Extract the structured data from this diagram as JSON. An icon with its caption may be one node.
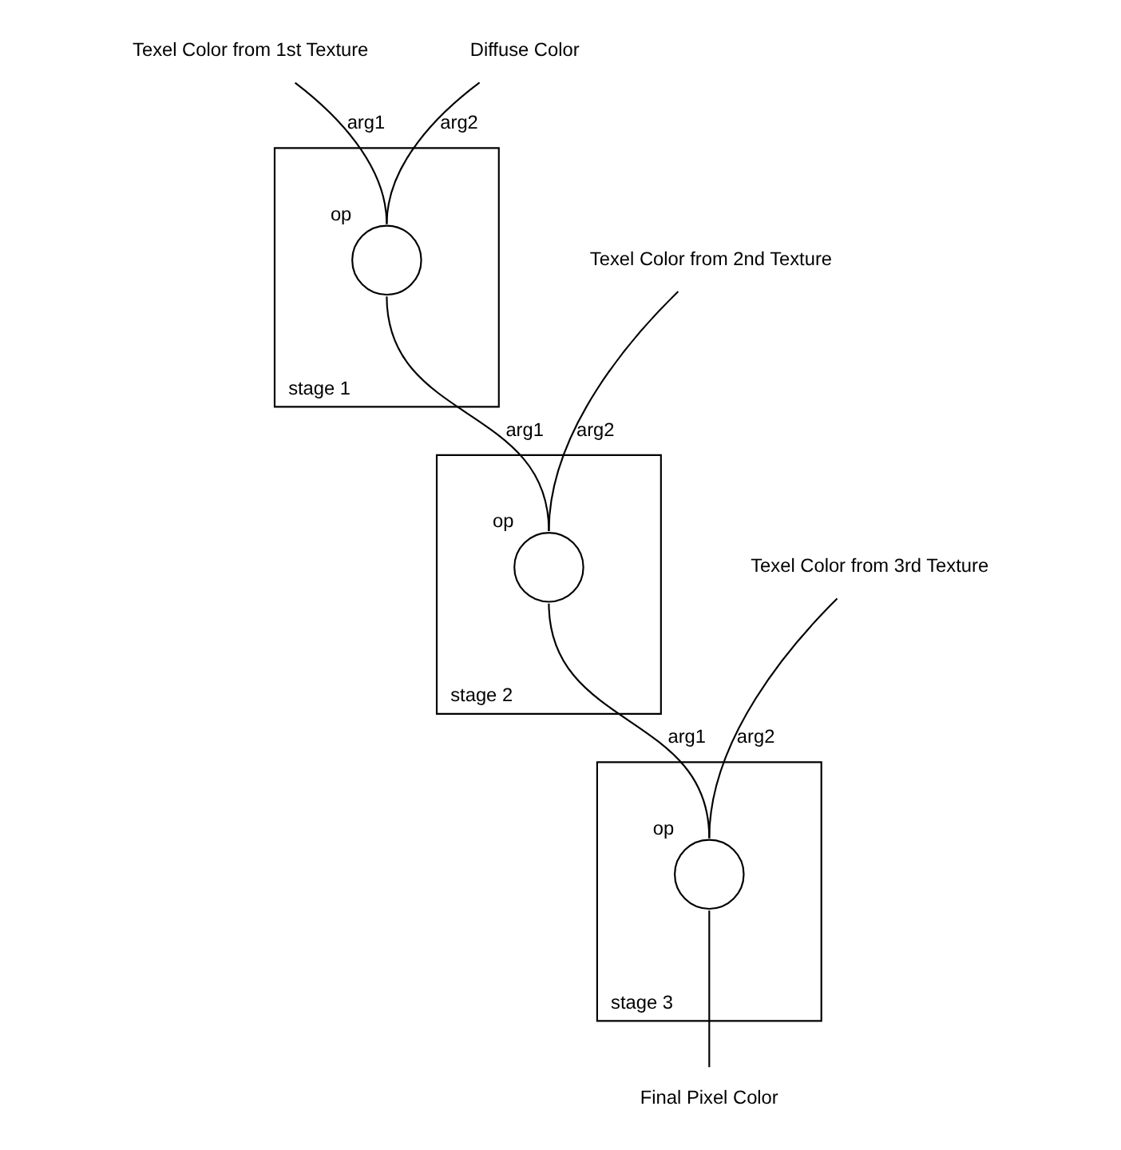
{
  "diagram": {
    "nodes": [
      {
        "text": [
          "Texel Color from 1st Texture"
        ]
      },
      {
        "text": [
          "Diffuse Color"
        ]
      },
      {
        "text": [
          "stage 1"
        ]
      },
      {
        "text": [],
        "shape": "circle",
        "in": 2,
        "beside": [
          "op"
        ]
      },
      {
        "text": [
          "Texel Color from 2nd Texture"
        ]
      },
      {
        "text": [
          "stage 2"
        ]
      },
      {
        "text": [],
        "shape": "circle",
        "in": 5,
        "beside": [
          "op"
        ]
      },
      {
        "text": [
          "Texel Color from 3rd Texture"
        ]
      },
      {
        "text": [
          "stage 3"
        ]
      },
      {
        "text": [],
        "shape": "circle",
        "in": 8,
        "beside": [
          "op"
        ]
      },
      {
        "text": [
          "Final Pixel Color"
        ]
      }
    ],
    "edges": [
      {
        "from": 0,
        "to": 3,
        "arrow": "none",
        "label": "arg1"
      },
      {
        "from": 1,
        "to": 3,
        "arrow": "none",
        "label": "arg2"
      },
      {
        "from": 3,
        "to": 6,
        "arrow": "none",
        "label": "arg1"
      },
      {
        "from": 4,
        "to": 6,
        "arrow": "none",
        "label": "arg2"
      },
      {
        "from": 6,
        "to": 9,
        "arrow": "none",
        "label": "arg1"
      },
      {
        "from": 7,
        "to": 9,
        "arrow": "none",
        "label": "arg2"
      },
      {
        "from": 9,
        "to": 10,
        "arrow": "none"
      }
    ]
  }
}
